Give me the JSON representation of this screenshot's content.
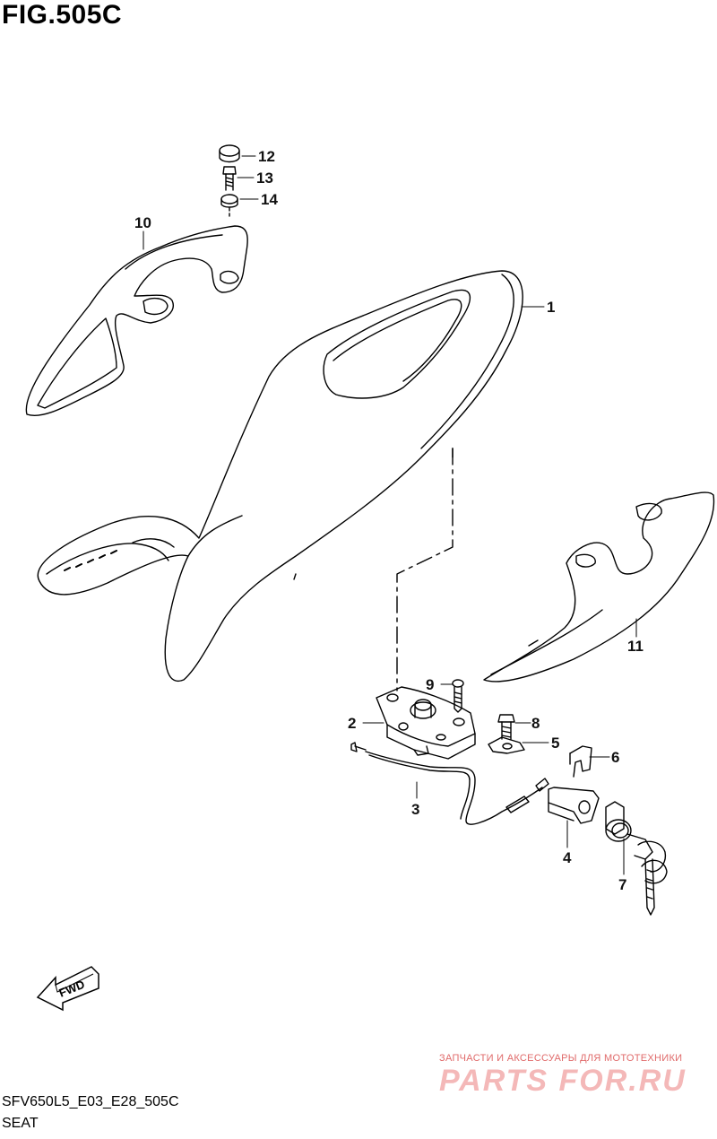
{
  "figure": {
    "title": "FIG.505C",
    "code": "SFV650L5_E03_E28_505C",
    "name": "SEAT"
  },
  "callouts": [
    {
      "id": "1",
      "label": "1"
    },
    {
      "id": "2",
      "label": "2"
    },
    {
      "id": "3",
      "label": "3"
    },
    {
      "id": "4",
      "label": "4"
    },
    {
      "id": "5",
      "label": "5"
    },
    {
      "id": "6",
      "label": "6"
    },
    {
      "id": "7",
      "label": "7"
    },
    {
      "id": "8",
      "label": "8"
    },
    {
      "id": "9",
      "label": "9"
    },
    {
      "id": "10",
      "label": "10"
    },
    {
      "id": "11",
      "label": "11"
    },
    {
      "id": "12",
      "label": "12"
    },
    {
      "id": "13",
      "label": "13"
    },
    {
      "id": "14",
      "label": "14"
    }
  ],
  "direction_badge": {
    "label": "FWD"
  },
  "watermark": {
    "tagline": "ЗАПЧАСТИ И АКСЕССУАРЫ ДЛЯ МОТОТЕХНИКИ",
    "brand": "PARTS FOR.RU"
  },
  "colors": {
    "line": "#000000",
    "watermark": "#e06a6a",
    "watermark_light": "#f4b8b8"
  }
}
